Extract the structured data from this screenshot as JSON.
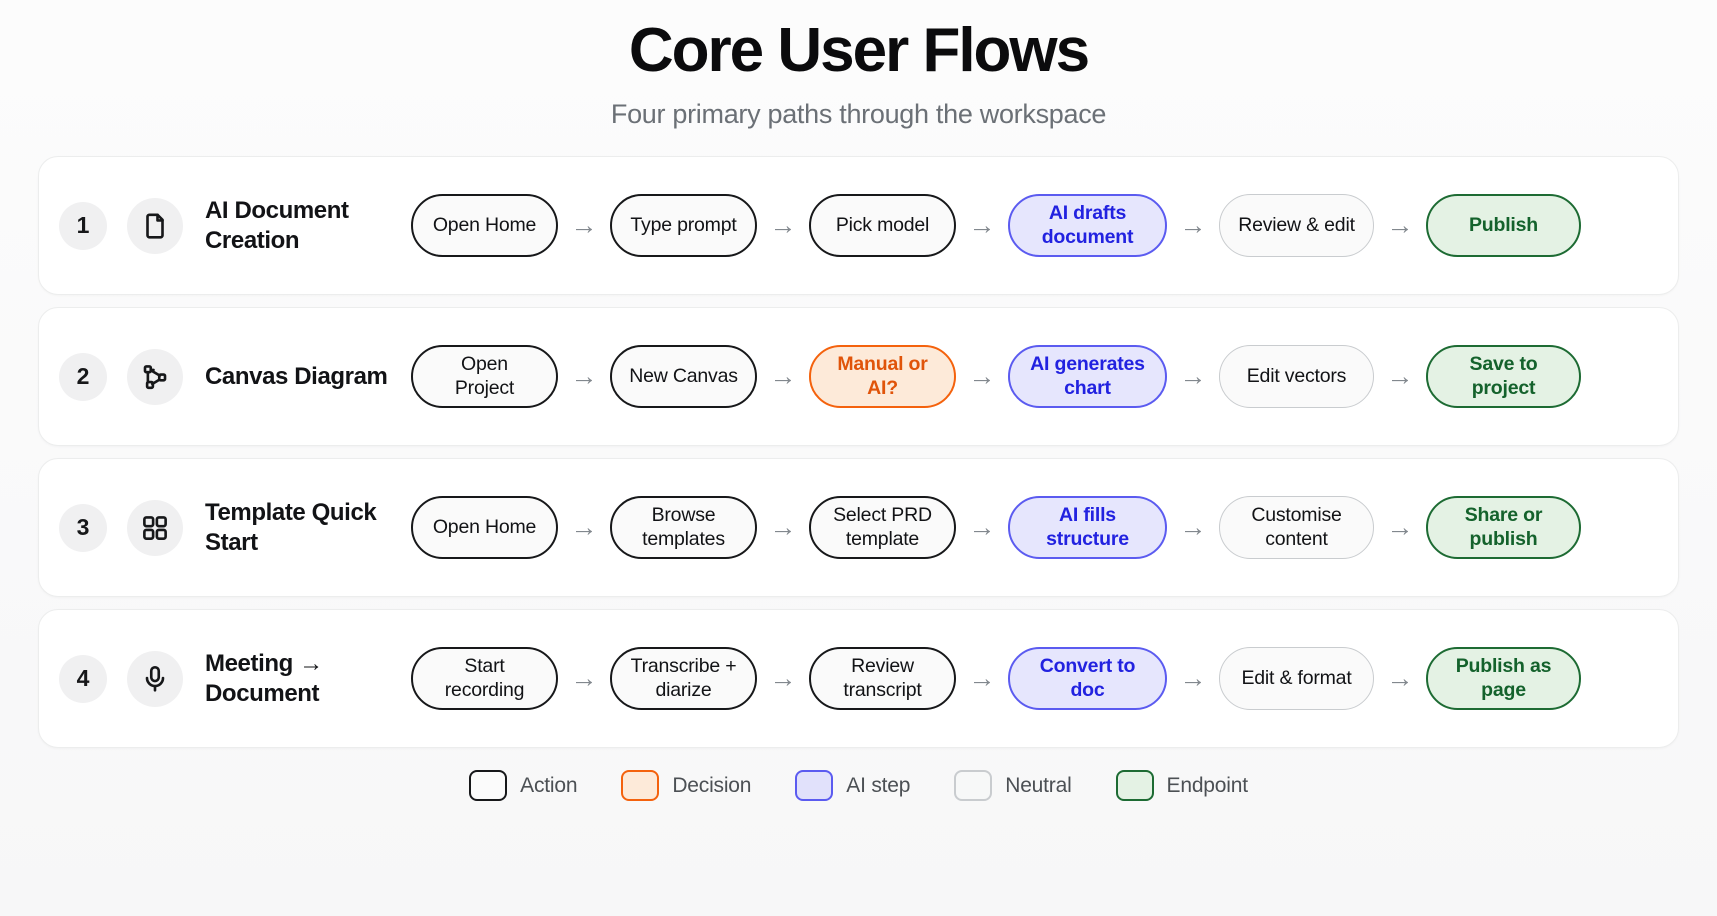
{
  "header": {
    "title": "Core User Flows",
    "subtitle": "Four primary paths through the workspace"
  },
  "flows": [
    {
      "number": "1",
      "icon": "document-icon",
      "title": "AI Document Creation",
      "steps": [
        {
          "label": "Open Home",
          "type": "action"
        },
        {
          "label": "Type prompt",
          "type": "action"
        },
        {
          "label": "Pick model",
          "type": "action"
        },
        {
          "label": "AI drafts document",
          "type": "ai"
        },
        {
          "label": "Review & edit",
          "type": "neutral"
        },
        {
          "label": "Publish",
          "type": "endpoint"
        }
      ]
    },
    {
      "number": "2",
      "icon": "node-graph-icon",
      "title": "Canvas Diagram",
      "steps": [
        {
          "label": "Open Project",
          "type": "action"
        },
        {
          "label": "New Canvas",
          "type": "action"
        },
        {
          "label": "Manual or AI?",
          "type": "decision"
        },
        {
          "label": "AI generates chart",
          "type": "ai"
        },
        {
          "label": "Edit vectors",
          "type": "neutral"
        },
        {
          "label": "Save to project",
          "type": "endpoint"
        }
      ]
    },
    {
      "number": "3",
      "icon": "grid-squares-icon",
      "title": "Template Quick Start",
      "steps": [
        {
          "label": "Open Home",
          "type": "action"
        },
        {
          "label": "Browse templates",
          "type": "action"
        },
        {
          "label": "Select PRD template",
          "type": "action"
        },
        {
          "label": "AI fills structure",
          "type": "ai"
        },
        {
          "label": "Customise content",
          "type": "neutral"
        },
        {
          "label": "Share or publish",
          "type": "endpoint"
        }
      ]
    },
    {
      "number": "4",
      "icon": "microphone-icon",
      "title": "Meeting → Document",
      "steps": [
        {
          "label": "Start recording",
          "type": "action"
        },
        {
          "label": "Transcribe + diarize",
          "type": "action"
        },
        {
          "label": "Review transcript",
          "type": "action"
        },
        {
          "label": "Convert to doc",
          "type": "ai"
        },
        {
          "label": "Edit & format",
          "type": "neutral"
        },
        {
          "label": "Publish as page",
          "type": "endpoint"
        }
      ]
    }
  ],
  "arrow_glyph": "→",
  "legend": [
    {
      "label": "Action",
      "type": "action",
      "color": "#17181a"
    },
    {
      "label": "Decision",
      "type": "decision",
      "color": "#f4620d"
    },
    {
      "label": "AI step",
      "type": "ai",
      "color": "#5b5bf0"
    },
    {
      "label": "Neutral",
      "type": "neutral",
      "color": "#c9cccf"
    },
    {
      "label": "Endpoint",
      "type": "endpoint",
      "color": "#1d6b33"
    }
  ]
}
